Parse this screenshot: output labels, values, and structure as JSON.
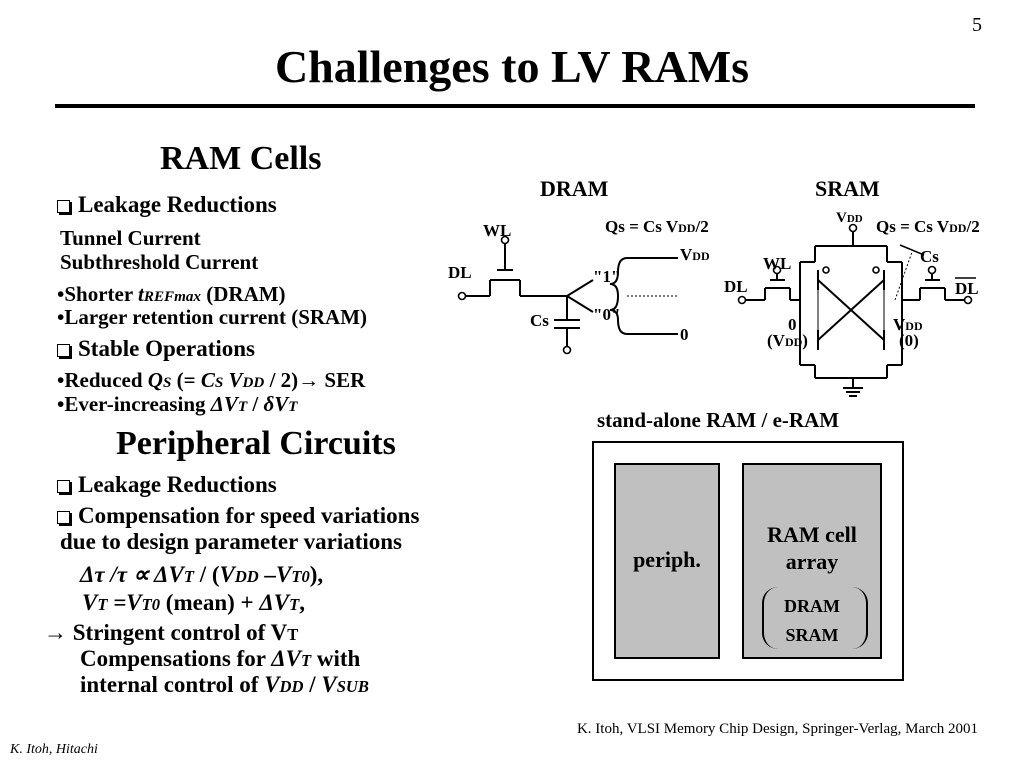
{
  "page_number": "5",
  "title": "Challenges to LV RAMs",
  "ram_cells": {
    "heading": "RAM Cells",
    "leakage_heading": "Leakage Reductions",
    "tunnel_current": "Tunnel Current",
    "subthreshold_current": "Subthreshold Current",
    "shorter_prefix": "•Shorter ",
    "shorter_t": "t",
    "shorter_sub": "REFmax",
    "shorter_suffix": " (DRAM)",
    "larger_retention": "•Larger retention current (SRAM)",
    "stable_heading": "Stable Operations",
    "reduced_prefix": "•Reduced ",
    "reduced_q": "Q",
    "reduced_q_sub": "S",
    "reduced_mid1": " (= ",
    "reduced_c": "C",
    "reduced_c_sub": "S",
    "reduced_v": " V",
    "reduced_v_sub": "DD",
    "reduced_mid2": " / 2)→ SER",
    "ever_prefix": "•Ever-increasing ",
    "ever_dv": "ΔV",
    "ever_dv_sub": "T",
    "ever_slash": " / ",
    "ever_delta": "δV",
    "ever_delta_sub": "T"
  },
  "peripheral": {
    "heading": "Peripheral Circuits",
    "leakage_heading": "Leakage Reductions",
    "compensation_line1": "Compensation for speed variations",
    "compensation_line2": "due to design parameter variations",
    "eq1_a": "Δτ /τ ∝ ΔV",
    "eq1_a_sub": "T",
    "eq1_b": " / (",
    "eq1_c": "V",
    "eq1_c_sub": "DD",
    "eq1_d": " –V",
    "eq1_d_sub": "T0",
    "eq1_e": "),",
    "eq2_a": "V",
    "eq2_a_sub": "T",
    "eq2_b": " =V",
    "eq2_b_sub": "T0",
    "eq2_c": " (mean) + ",
    "eq2_d": "ΔV",
    "eq2_d_sub": "T",
    "eq2_e": ",",
    "stringent": "→ Stringent control of V",
    "stringent_sub": "T",
    "comp_for": "Compensations for ",
    "comp_for_dv": "ΔV",
    "comp_for_dv_sub": "T",
    "comp_for_with": " with",
    "internal": "internal control of ",
    "internal_v": "V",
    "internal_v_sub": "DD",
    "internal_slash": " / ",
    "internal_vsub": "V",
    "internal_vsub_sub": "SUB"
  },
  "dram_diagram": {
    "title": "DRAM",
    "qs_eq": "Qs = Cs V",
    "qs_eq_sub": "DD",
    "qs_eq_end": "/2",
    "wl": "WL",
    "dl": "DL",
    "cs": "Cs",
    "vdd": "V",
    "vdd_sub": "DD",
    "one": "\"1\"",
    "zero_q": "\"0\"",
    "zero": "0"
  },
  "sram_diagram": {
    "title": "SRAM",
    "vdd_top": "V",
    "vdd_top_sub": "DD",
    "qs_eq": "Qs = Cs V",
    "qs_eq_sub": "DD",
    "qs_eq_end": "/2",
    "cs": "Cs",
    "wl": "WL",
    "dl": "DL",
    "dl_bar": "DL",
    "zero": "0",
    "vdd_left": "(V",
    "vdd_left_sub": "DD",
    "vdd_left_end": ")",
    "vdd_right": "V",
    "vdd_right_sub": "DD",
    "zero_paren": "(0)"
  },
  "ram_block": {
    "title": "stand-alone RAM / e-RAM",
    "periph": "periph.",
    "array_line1": "RAM cell",
    "array_line2": "array",
    "dram": "DRAM",
    "sram": "SRAM",
    "fill_color": "#c0c0c0"
  },
  "citation": "K. Itoh, VLSI Memory Chip Design, Springer-Verlag, March 2001",
  "author": "K. Itoh, Hitachi"
}
